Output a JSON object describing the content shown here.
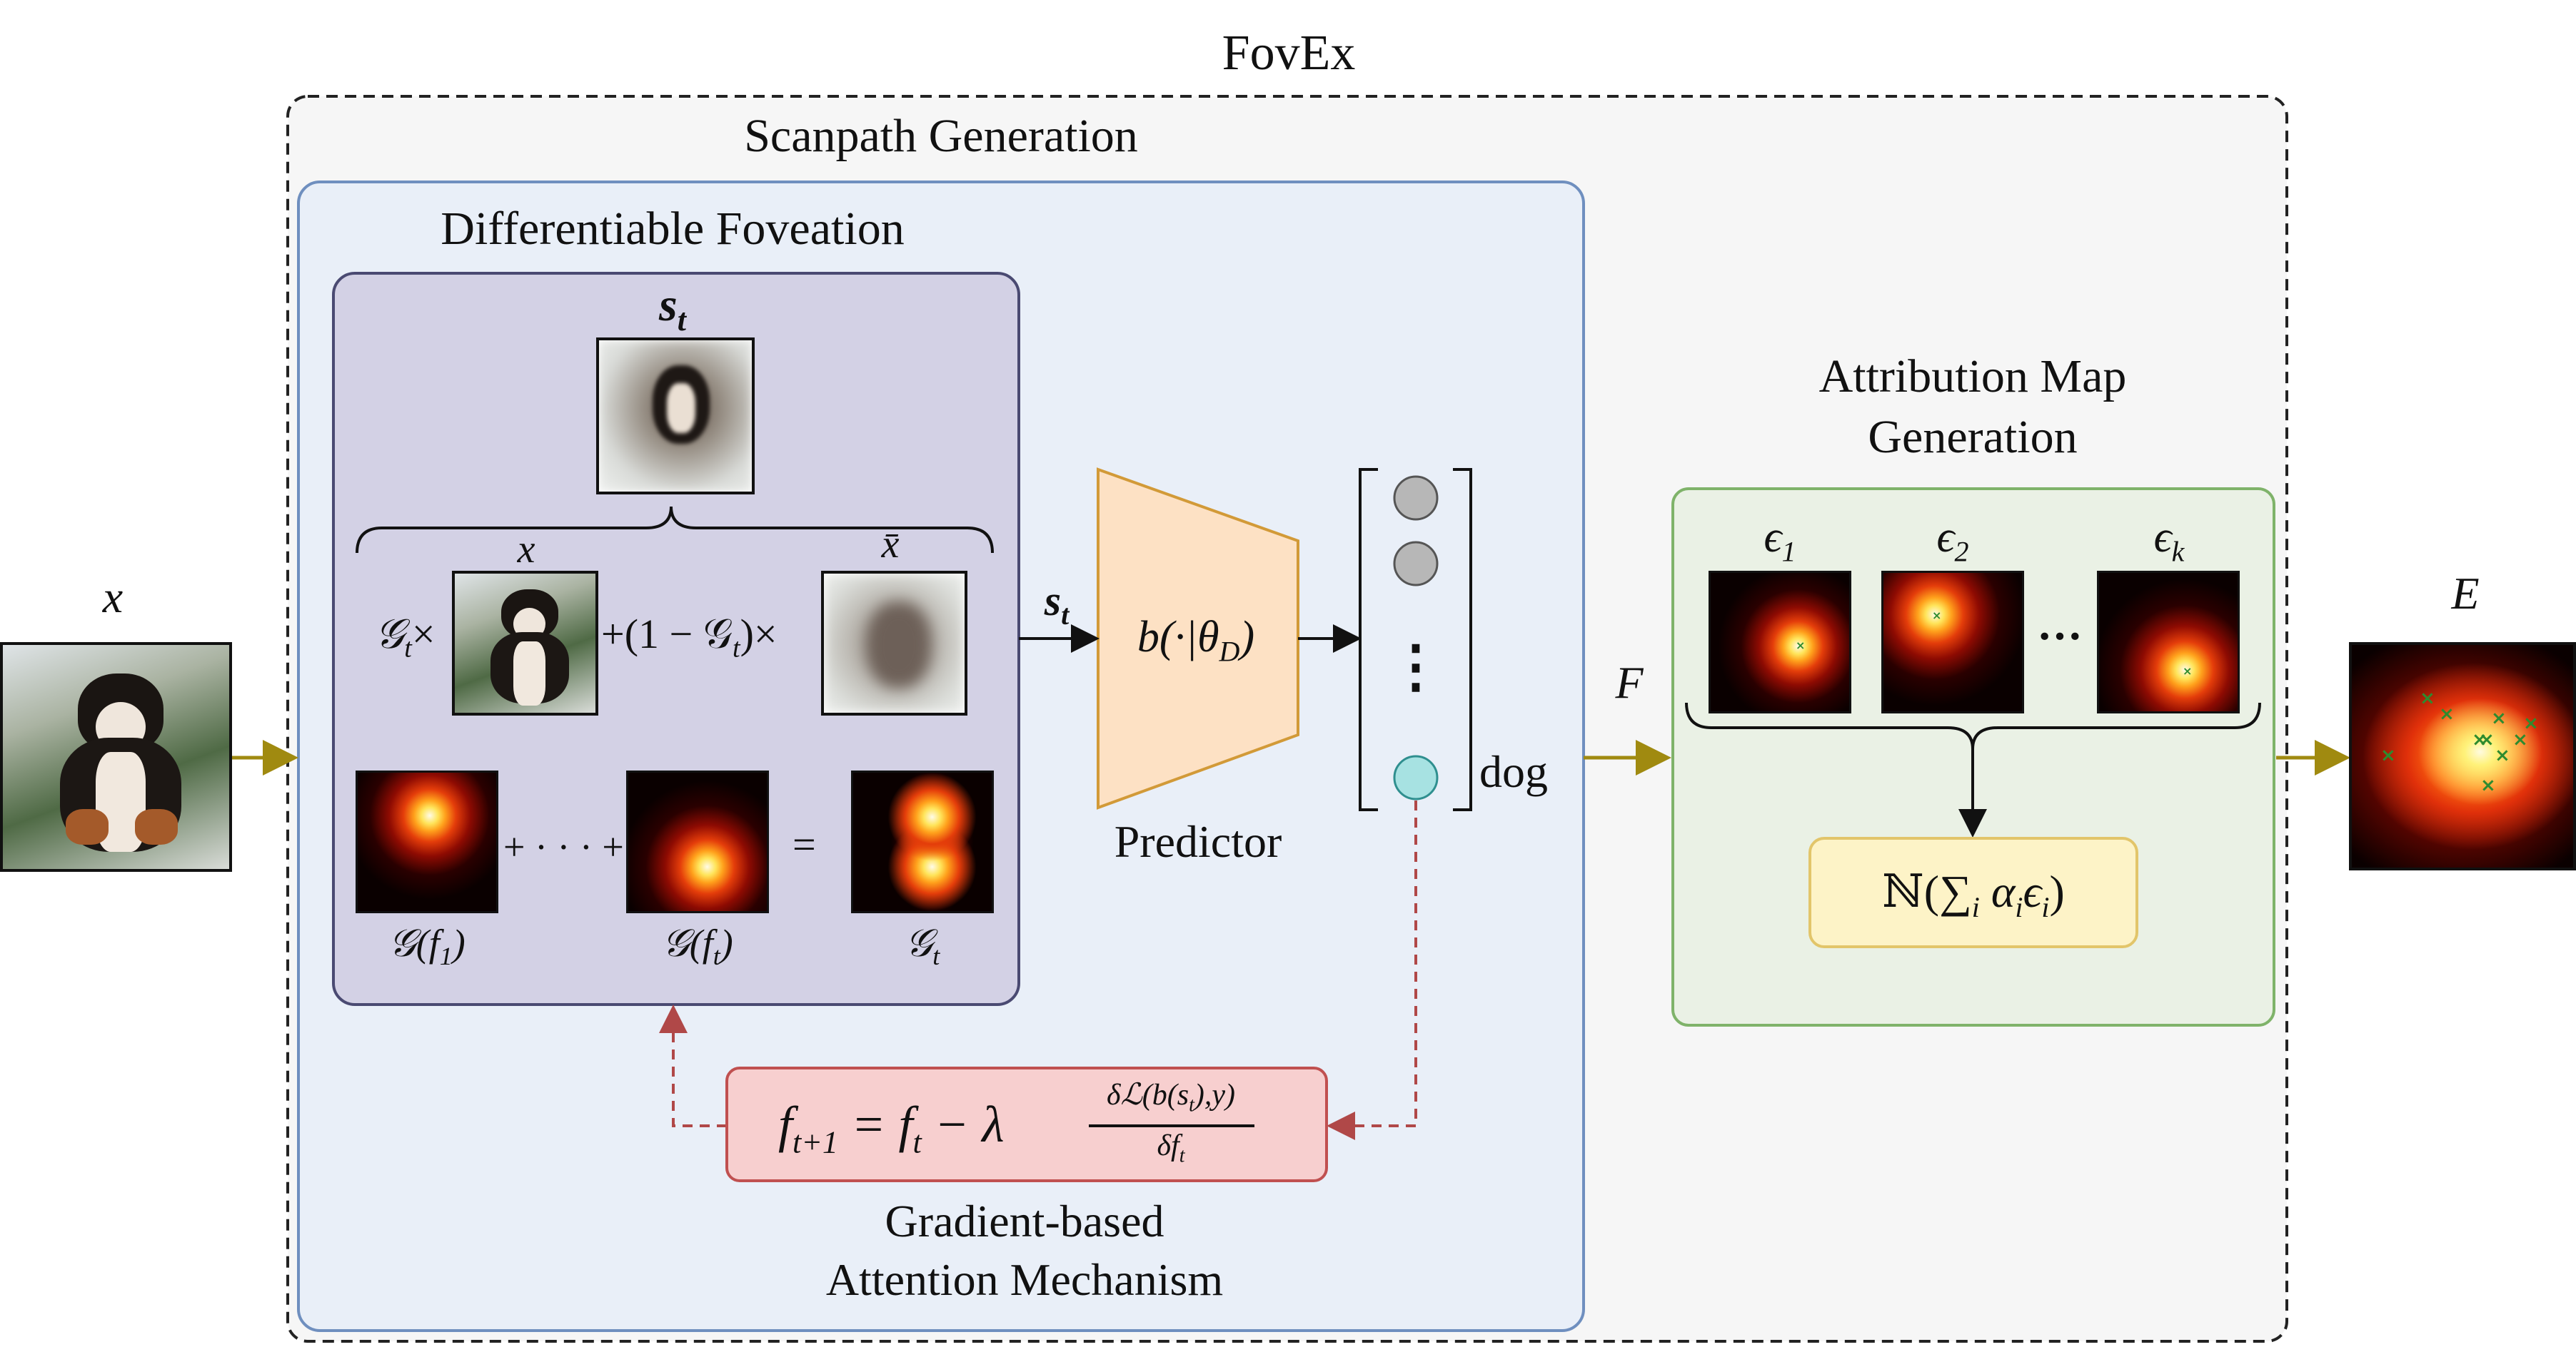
{
  "title": "FovEx",
  "scanpath": {
    "title": "Scanpath Generation"
  },
  "foveation": {
    "title": "Differentiable Foveation",
    "s_t_label": "s",
    "s_t_sub": "t",
    "x_label": "x",
    "xbar_label": "x̄",
    "eq_g_t": "𝒢",
    "eq_g_t_sub": "t",
    "eq_times": "×",
    "eq_middle": "+(1 − 𝒢",
    "eq_middle_sub": "t",
    "eq_end": ")×",
    "dots_sum": "+ · · · +",
    "equals": "=",
    "g_f1": "𝒢(f",
    "g_f1_sub": "1",
    "g_ft": "𝒢(f",
    "g_ft_sub": "t",
    "close_paren": ")",
    "g_t": "𝒢",
    "g_t_sub": "t"
  },
  "predictor": {
    "label": "Predictor",
    "func": "b(·|θ",
    "func_sub": "D",
    "func_close": ")",
    "input_label": "s",
    "input_sub": "t",
    "output_class": "dog",
    "vdots": "⋮"
  },
  "gradient": {
    "formula_lhs": "f",
    "formula_lhs_sub": "t+1",
    "formula_mid": " = f",
    "formula_mid_sub": "t",
    "formula_minus": " − λ",
    "frac_num": "δℒ(b(s",
    "frac_num_sub": "t",
    "frac_num_end": "),y)",
    "frac_den": "δf",
    "frac_den_sub": "t",
    "label_line1": "Gradient-based",
    "label_line2": "Attention Mechanism"
  },
  "attribution": {
    "title_line1": "Attribution Map",
    "title_line2": "Generation",
    "eps_symbol": "ϵ",
    "eps_subs": [
      "1",
      "2",
      "k"
    ],
    "ellipsis": "···",
    "formula_n": "ℕ",
    "formula_body": "(∑",
    "formula_sub": "i",
    "formula_tail": " α",
    "formula_tail_sub": "i",
    "formula_eps": "ϵ",
    "formula_eps_sub": "i",
    "formula_close": ")",
    "F_label": "F"
  },
  "input": {
    "label": "x"
  },
  "output": {
    "label": "E"
  },
  "colors": {
    "scanpath_fill": "#e9eff8",
    "scanpath_stroke": "#6f8fbf",
    "foveation_fill": "#d3d1e5",
    "foveation_stroke": "#4a4a72",
    "predictor_fill": "#fde1c4",
    "predictor_stroke": "#d29a38",
    "gradient_fill": "#f7cfcf",
    "gradient_stroke": "#c05050",
    "attribution_fill": "#eaf1e5",
    "attribution_stroke": "#7fb36a",
    "formula_fill": "#fdf3c7",
    "formula_stroke": "#e2c56a",
    "gold_arrow": "#a08a10",
    "red_dashed": "#b04848",
    "node_gray": "#b7b7b7",
    "node_teal": "#a7e2e2"
  }
}
